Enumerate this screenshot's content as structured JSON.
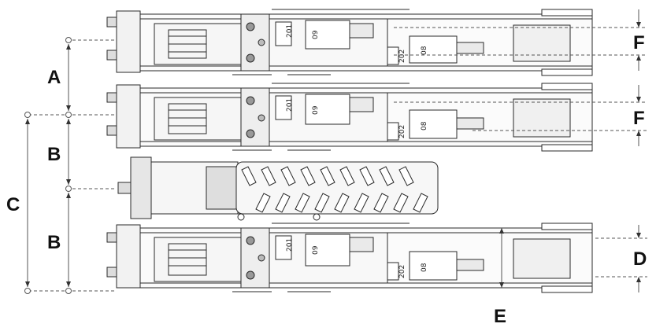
{
  "dimension_labels": {
    "a": "A",
    "b_upper": "B",
    "b_lower": "B",
    "c": "C",
    "d": "D",
    "e": "E",
    "f_upper": "F",
    "f_middle": "F"
  },
  "component_labels": {
    "unit1_left_box": "201",
    "unit1_mid_box": "09",
    "unit1_right_box_small": "202",
    "unit1_right_box": "08",
    "unit2_left_box": "201",
    "unit2_mid_box": "09",
    "unit2_right_box_small": "202",
    "unit2_right_box": "08",
    "unit3_left_box": "201",
    "unit3_mid_box": "09",
    "unit3_right_box_small": "202",
    "unit3_right_box": "08"
  },
  "colors": {
    "line": "#2a2a2a",
    "dim_line": "#555555",
    "light_fill": "#f4f4f4",
    "dark_fill": "#d8d8d8"
  }
}
